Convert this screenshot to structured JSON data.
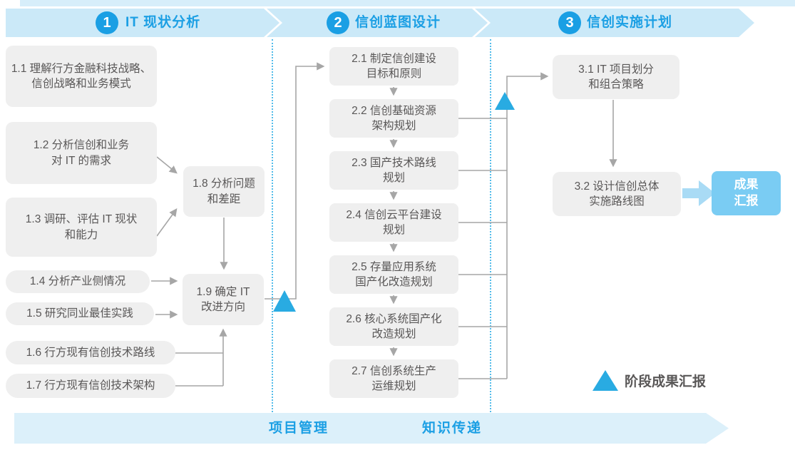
{
  "phases": [
    {
      "num": "1",
      "title": "IT 现状分析"
    },
    {
      "num": "2",
      "title": "信创蓝图设计"
    },
    {
      "num": "3",
      "title": "信创实施计划"
    }
  ],
  "boxes": {
    "b11": {
      "l1": "1.1 理解行方金融科技战略、",
      "l2": "信创战略和业务模式"
    },
    "b12": {
      "l1": "1.2 分析信创和业务",
      "l2": "对 IT 的需求"
    },
    "b13": {
      "l1": "1.3 调研、评估 IT 现状",
      "l2": "和能力"
    },
    "b14": {
      "l1": "1.4 分析产业侧情况"
    },
    "b15": {
      "l1": "1.5 研究同业最佳实践"
    },
    "b16": {
      "l1": "1.6 行方现有信创技术路线"
    },
    "b17": {
      "l1": "1.7 行方现有信创技术架构"
    },
    "b18": {
      "l1": "1.8 分析问题",
      "l2": "和差距"
    },
    "b19": {
      "l1": "1.9 确定 IT",
      "l2": "改进方向"
    },
    "b21": {
      "l1": "2.1 制定信创建设",
      "l2": "目标和原则"
    },
    "b22": {
      "l1": "2.2 信创基础资源",
      "l2": "架构规划"
    },
    "b23": {
      "l1": "2.3 国产技术路线",
      "l2": "规划"
    },
    "b24": {
      "l1": "2.4 信创云平台建设",
      "l2": "规划"
    },
    "b25": {
      "l1": "2.5 存量应用系统",
      "l2": "国产化改造规划"
    },
    "b26": {
      "l1": "2.6 核心系统国产化",
      "l2": "改造规划"
    },
    "b27": {
      "l1": "2.7 信创系统生产",
      "l2": "运维规划"
    },
    "b31": {
      "l1": "3.1 IT 项目划分",
      "l2": "和组合策略"
    },
    "b32": {
      "l1": "3.2 设计信创总体",
      "l2": "实施路线图"
    }
  },
  "result_box": {
    "l1": "成果",
    "l2": "汇报"
  },
  "legend": {
    "label": "阶段成果汇报"
  },
  "footer": {
    "left": "项目管理",
    "right": "知识传递"
  },
  "colors": {
    "accent_blue": "#1B9FE4",
    "banner_bg": "#CBE9F8",
    "triangle_blue": "#29ABE2",
    "box_bg": "#EFEFEF",
    "box_text": "#595757",
    "connector_gray": "#A6A6A6",
    "result_bg": "#7ACCF3",
    "footer_bg": "#DCF0FA"
  }
}
